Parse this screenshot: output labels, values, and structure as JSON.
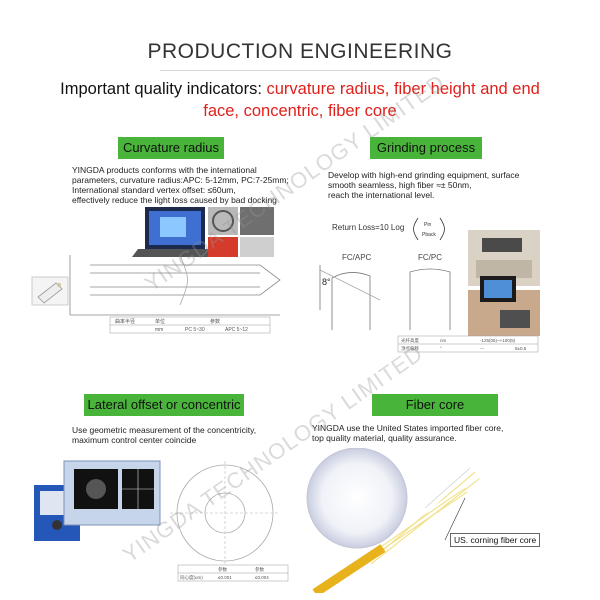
{
  "page": {
    "title": "PRODUCTION ENGINEERING",
    "headline_black": "Important quality indicators: ",
    "headline_red": "curvature radius, fiber height and end face, concentric, fiber core"
  },
  "sections": {
    "curvature": {
      "badge": "Curvature radius",
      "desc1": "YINGDA products conforms with the international",
      "desc2": "parameters, curvature radius:APC: 5-12mm, PC:7-25mm;",
      "desc3": "International standard vertex offset: ≤60um,",
      "desc4": "effectively reduce the light loss caused by bad docking",
      "table_header": [
        "曲率半径",
        "单位",
        "参数"
      ],
      "table_row": [
        "",
        "mm",
        "PC 5~30",
        "APC 5~12"
      ]
    },
    "grinding": {
      "badge": "Grinding process",
      "desc1": "Develop with high-end grinding equipment, surface",
      "desc2": "smooth seamless, high fiber ≈± 50nm,",
      "desc3": "reach the international level.",
      "formula": "Return Loss=10 Log",
      "formula_num": "Pin",
      "formula_den": "Pback",
      "fc_apc": "FC/APC",
      "fc_pc": "FC/PC",
      "angle": "8°",
      "table_row1": [
        "光纤高度",
        "nm",
        "-125(05)~+100(5)"
      ],
      "table_row2": [
        "顶点偏移",
        "°",
        "---",
        "8±0.5"
      ]
    },
    "lateral": {
      "badge": "Lateral offset or concentric",
      "desc1": "Use geometric measurement of the concentricity,",
      "desc2": "maximum control center coincide",
      "table_header": [
        "",
        "参数",
        "参数"
      ],
      "table_row": [
        "同心度(um)",
        "≤0.001",
        "≤0.004"
      ]
    },
    "fiber": {
      "badge": "Fiber core",
      "desc1": "YINGDA use the United States imported fiber core,",
      "desc2": "top quality material, quality assurance.",
      "label": "US. corning fiber core"
    }
  },
  "watermark": "YINGDA TECHNOLOGY LIMITED",
  "colors": {
    "badge_green": "#49b43a",
    "headline_red": "#e0201b",
    "fiber_yellow": "#e7b21b"
  }
}
